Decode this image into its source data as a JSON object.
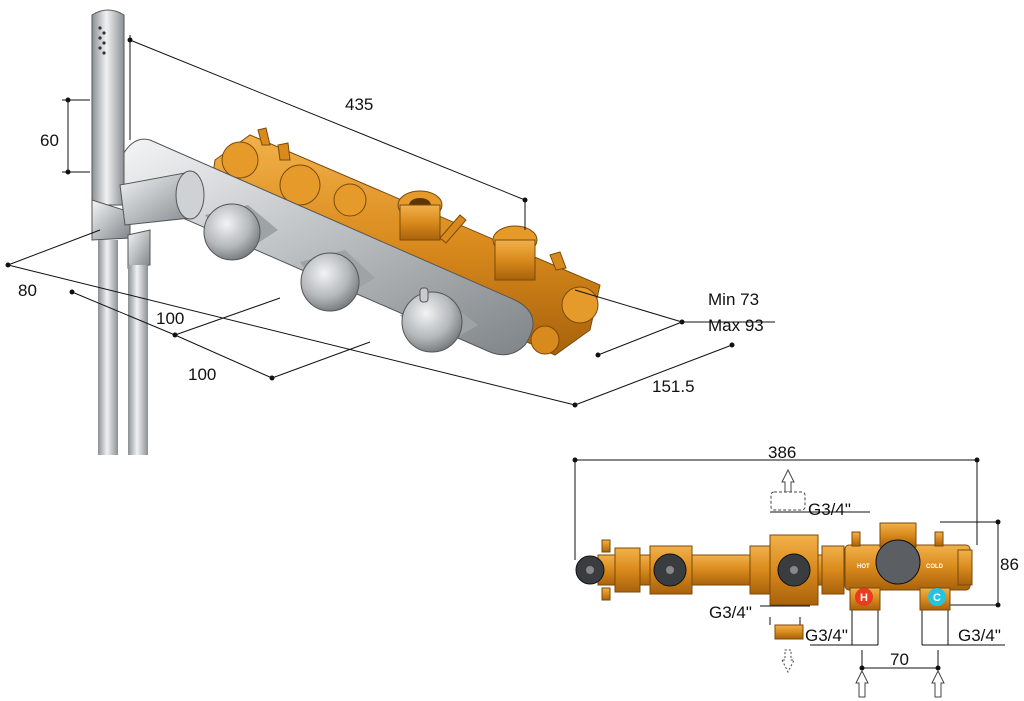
{
  "dimensions": {
    "top_length": "435",
    "handshower_spacing": "60",
    "depth": "80",
    "spacing_1": "100",
    "spacing_2": "100",
    "min_depth": "Min 73",
    "max_depth": "Max 93",
    "plate_length": "151.5",
    "body_length": "386",
    "body_height": "86",
    "thread_top": "G3/4\"",
    "thread_bottom_outlet": "G3/4\"",
    "thread_hot": "G3/4\"",
    "thread_cold": "G3/4\"",
    "inlet_spacing": "70"
  },
  "inlets": {
    "hot_label": "HOT",
    "cold_label": "COLD",
    "hot_badge": "H",
    "cold_badge": "C"
  },
  "colors": {
    "brass": "#d98a1c",
    "chrome": "#a9adb0",
    "hot": "#e83b20",
    "cold": "#23c4e0"
  }
}
